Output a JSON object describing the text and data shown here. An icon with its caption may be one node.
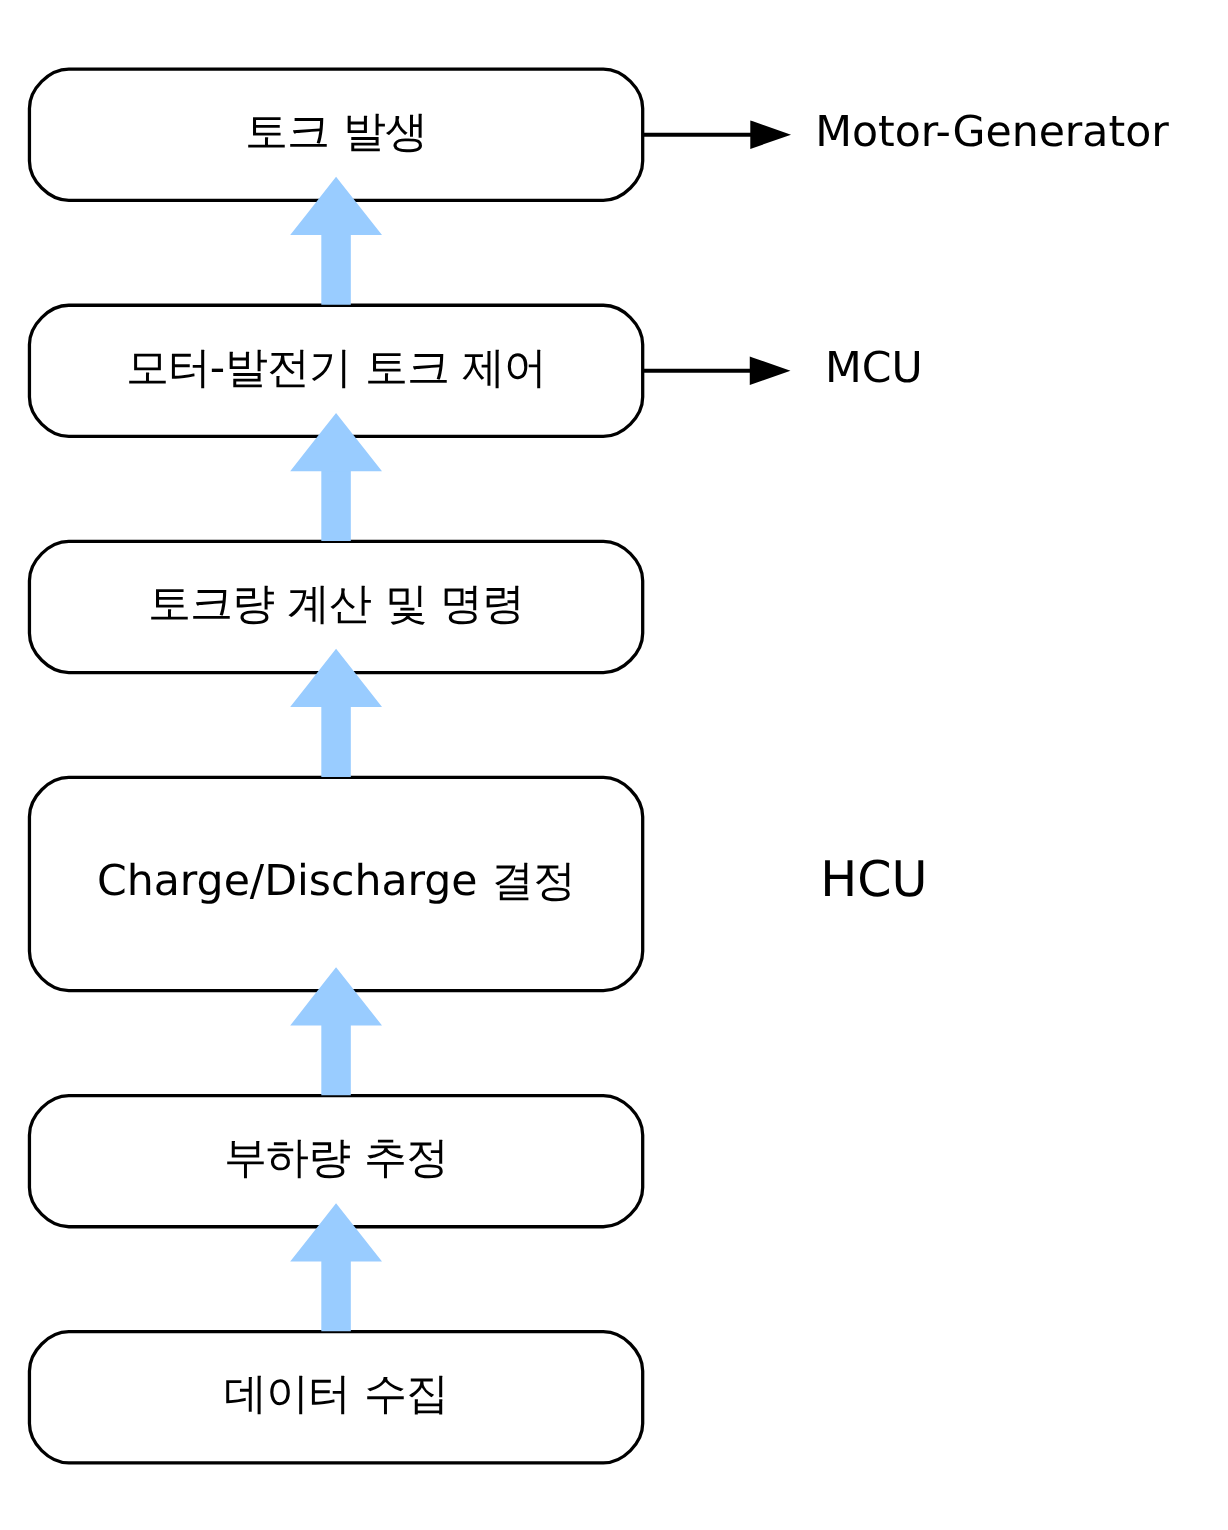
{
  "diagram": {
    "nodes": [
      {
        "text": [
          "토크 발생"
        ]
      },
      {
        "text": [
          "모터-발전기 토크 제어"
        ]
      },
      {
        "text": [
          "토크량 계산 및 명령"
        ]
      },
      {
        "text": [
          "Charge/Discharge 결정"
        ]
      },
      {
        "text": [
          "부하량 추정"
        ]
      },
      {
        "text": [
          "데이터 수집"
        ]
      },
      {
        "text": [
          "Motor-Generator"
        ]
      },
      {
        "text": [
          "MCU"
        ]
      }
    ],
    "edges": [
      {
        "from": 5,
        "to": 4,
        "arrow": "to"
      },
      {
        "from": 4,
        "to": 3,
        "arrow": "to"
      },
      {
        "from": 3,
        "to": 2,
        "arrow": "to"
      },
      {
        "from": 2,
        "to": 1,
        "arrow": "to"
      },
      {
        "from": 1,
        "to": 0,
        "arrow": "to"
      },
      {
        "from": 0,
        "to": 6,
        "arrow": "to",
        "color": "#000000"
      },
      {
        "from": 1,
        "to": 7,
        "arrow": "to",
        "color": "#000000"
      }
    ],
    "labels": [
      "HCU"
    ]
  }
}
